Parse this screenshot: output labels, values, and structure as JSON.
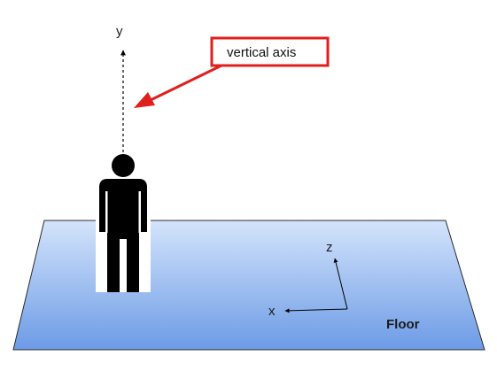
{
  "diagram": {
    "axis_label_y": "y",
    "axis_label_z": "z",
    "axis_label_x": "x",
    "callout_text": "vertical axis",
    "floor_label": "Floor",
    "colors": {
      "floor_top": "#d4e4fb",
      "floor_bottom": "#6c9be6",
      "callout_border": "#e0201c",
      "callout_arrow": "#e0201c",
      "figure": "#000000",
      "axis_lines": "#000000"
    },
    "icons": [
      "person-icon"
    ]
  }
}
